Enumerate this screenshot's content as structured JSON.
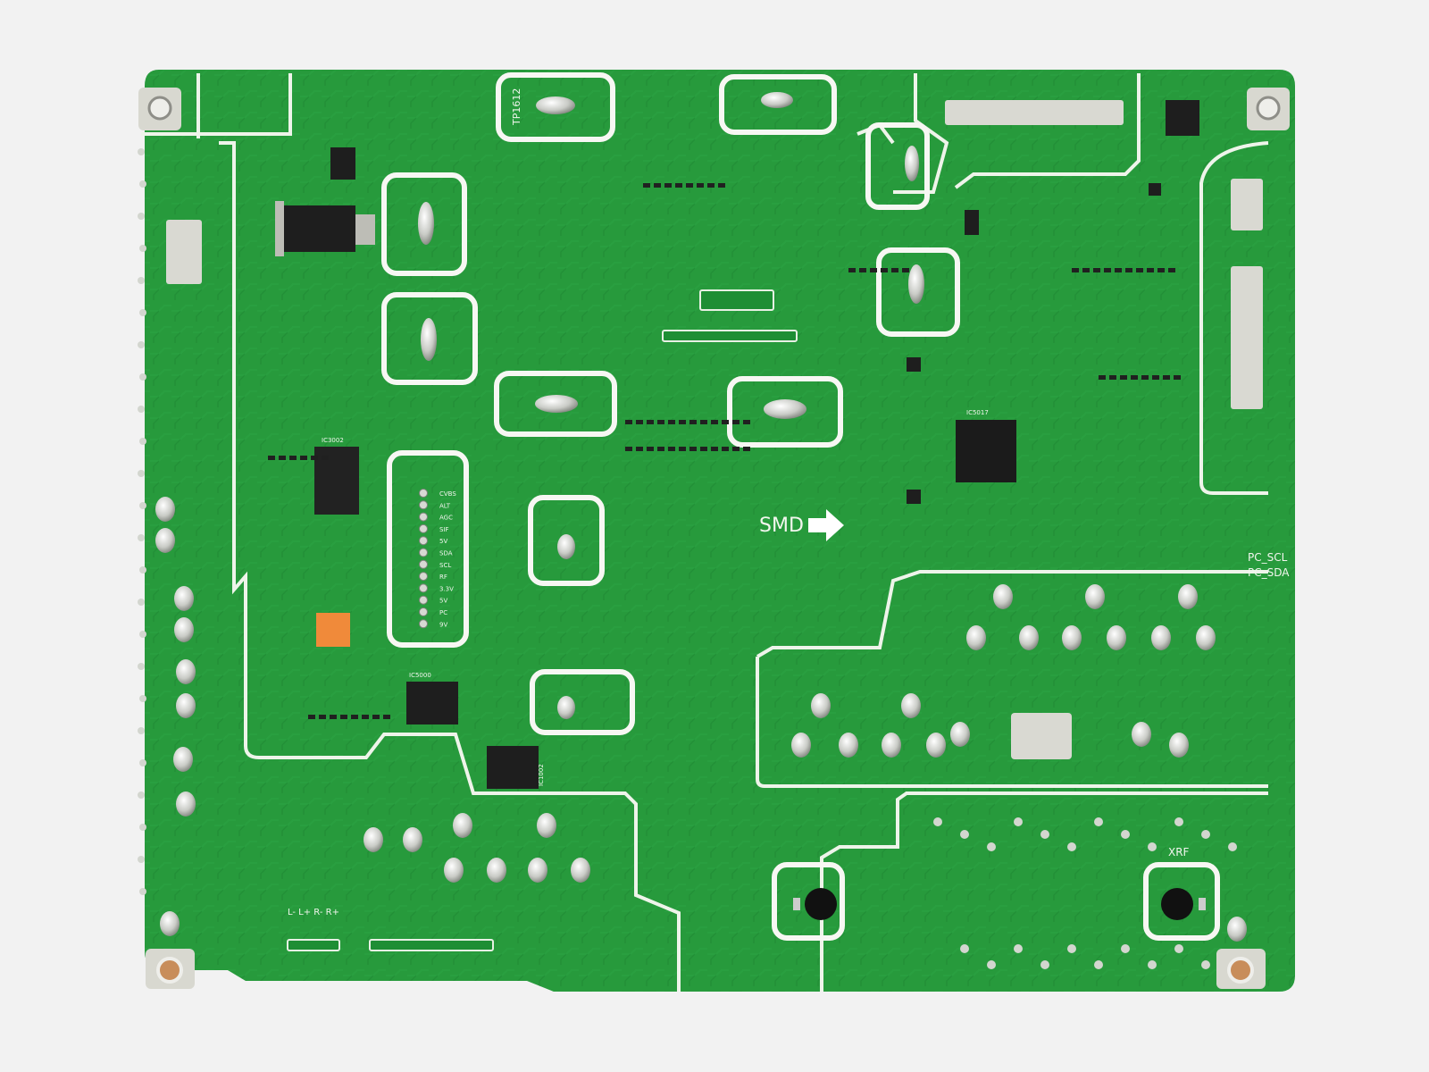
{
  "board": {
    "labels": {
      "smd": "SMD",
      "tp": "TP1612",
      "xrf": "XRF",
      "pc_scl": "PC_SCL",
      "pc_sda": "PC_SDA",
      "audio_pins": "L- L+ R- R+",
      "ic_main": "IC3002",
      "ic_power": "IC1002",
      "ic_reg": "IC5000",
      "ic_right": "IC5017"
    },
    "header_pins": [
      "CVBS",
      "ALT",
      "AGC",
      "SIF",
      "5V",
      "SDA",
      "SCL",
      "RF",
      "3.3V",
      "5V",
      "PC",
      "9V"
    ],
    "colors": {
      "pcb_green": "#279a3c",
      "pcb_dark": "#1f8a34",
      "silkscreen": "#f2f6ee",
      "chip_black": "#222222",
      "solder": "#c9cbc6",
      "background": "#f2f2f2"
    }
  }
}
